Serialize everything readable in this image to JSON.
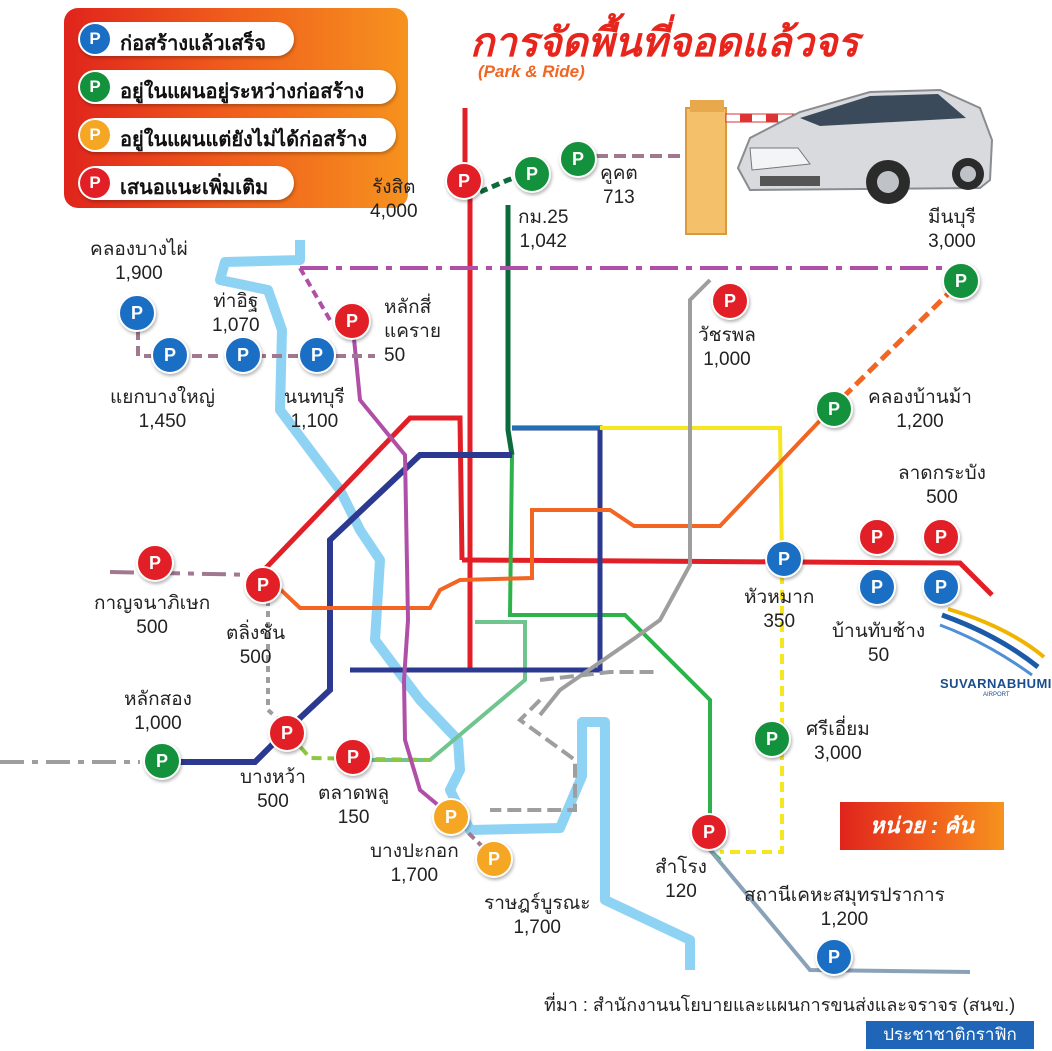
{
  "title": "การจัดพื้นที่จอดแล้วจร",
  "subtitle": "(Park & Ride)",
  "legend": {
    "pin_letter": "P",
    "items": [
      {
        "label": "ก่อสร้างแล้วเสร็จ",
        "color": "#1a6fc4"
      },
      {
        "label": "อยู่ในแผนอยู่ระหว่างก่อสร้าง",
        "color": "#14913c"
      },
      {
        "label": "อยู่ในแผนแต่ยังไม่ได้ก่อสร้าง",
        "color": "#f5a623"
      },
      {
        "label": "เสนอแนะเพิ่มเติม",
        "color": "#e21f26"
      }
    ]
  },
  "stations": {
    "rangsit": {
      "name": "รังสิต",
      "capacity": "4,000",
      "status": "red"
    },
    "km25": {
      "name": "กม.25",
      "capacity": "1,042",
      "status": "green"
    },
    "khukhot": {
      "name": "คูคต",
      "capacity": "713",
      "status": "green"
    },
    "minburi": {
      "name": "มีนบุรี",
      "capacity": "3,000",
      "status": "green"
    },
    "khlong_bang_phai": {
      "name": "คลองบางไผ่",
      "capacity": "1,900",
      "status": "blue"
    },
    "tha_it": {
      "name": "ท่าอิฐ",
      "capacity": "1,070",
      "status": "blue"
    },
    "lak_si_khae_rai": {
      "name_1": "หลักสี่",
      "name_2": "แคราย",
      "capacity": "50",
      "status": "red"
    },
    "watcharaphon": {
      "name": "วัชรพล",
      "capacity": "1,000",
      "status": "red"
    },
    "yaek_bang_yai": {
      "name": "แยกบางใหญ่",
      "capacity": "1,450",
      "status": "blue"
    },
    "nonthaburi": {
      "name": "นนทบุรี",
      "capacity": "1,100",
      "status": "blue"
    },
    "khlong_ban_ma": {
      "name": "คลองบ้านม้า",
      "capacity": "1,200",
      "status": "green"
    },
    "lat_krabang": {
      "name": "ลาดกระบัง",
      "capacity": "500",
      "status": "red"
    },
    "kanchanaphisek": {
      "name": "กาญจนาภิเษก",
      "capacity": "500",
      "status": "red"
    },
    "taling_chan": {
      "name": "ตลิ่งชัน",
      "capacity": "500",
      "status": "red"
    },
    "hua_mak": {
      "name": "หัวหมาก",
      "capacity": "350",
      "status": "blue"
    },
    "ban_thap_chang": {
      "name": "บ้านทับช้าง",
      "capacity": "50",
      "status": "blue"
    },
    "lak_song": {
      "name": "หลักสอง",
      "capacity": "1,000",
      "status": "green"
    },
    "bang_wa": {
      "name": "บางหว้า",
      "capacity": "500",
      "status": "red"
    },
    "talat_phlu": {
      "name": "ตลาดพลู",
      "capacity": "150",
      "status": "red"
    },
    "si_iam": {
      "name": "ศรีเอี่ยม",
      "capacity": "3,000",
      "status": "green"
    },
    "bang_pakok": {
      "name": "บางปะกอก",
      "capacity": "1,700",
      "status": "yellow"
    },
    "rat_burana": {
      "name": "ราษฎร์บูรณะ",
      "capacity": "1,700",
      "status": "yellow"
    },
    "samrong": {
      "name": "สำโรง",
      "capacity": "120",
      "status": "red"
    },
    "samut_prakan_tech": {
      "name": "สถานีเคหะสมุทรปราการ",
      "capacity": "1,200",
      "status": "blue"
    }
  },
  "unit_label": "หน่วย : คัน",
  "airport_logo": {
    "name": "SUVARNABHUMI",
    "sub": "AIRPORT"
  },
  "source": "ที่มา : สำนักงานนโยบายและแผนการขนส่งและจราจร (สนข.)",
  "credit": "ประชาชาติกราฟิก",
  "line_colors": {
    "red": "#e21f26",
    "dark_green": "#0b6b3a",
    "green": "#2db34a",
    "light_green": "#6fc58d",
    "purple": "#b04fa8",
    "light_blue": "#8fd3f4",
    "dark_blue": "#2b3990",
    "blue": "#1f6fb5",
    "orange": "#f26522",
    "yellow": "#f5e61f",
    "grey": "#9e9e9e",
    "mauve": "#a07890",
    "lime": "#8dc63f",
    "grey_blue": "#8aa2b8"
  }
}
